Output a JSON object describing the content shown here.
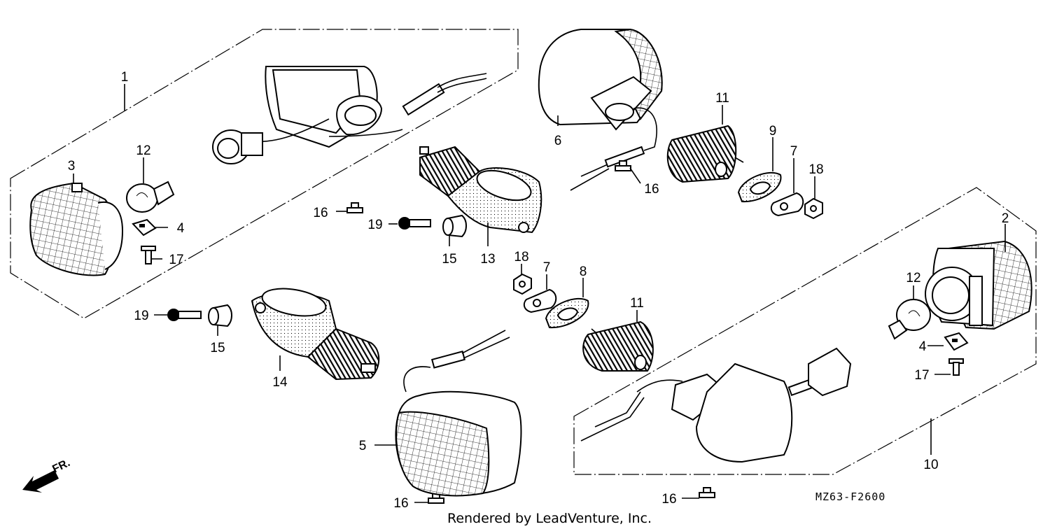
{
  "diagram": {
    "callouts": [
      {
        "id": "c1",
        "label": "1"
      },
      {
        "id": "c2",
        "label": "2"
      },
      {
        "id": "c3",
        "label": "3"
      },
      {
        "id": "c4a",
        "label": "4"
      },
      {
        "id": "c4b",
        "label": "4"
      },
      {
        "id": "c5",
        "label": "5"
      },
      {
        "id": "c6",
        "label": "6"
      },
      {
        "id": "c7a",
        "label": "7"
      },
      {
        "id": "c7b",
        "label": "7"
      },
      {
        "id": "c8",
        "label": "8"
      },
      {
        "id": "c9",
        "label": "9"
      },
      {
        "id": "c10",
        "label": "10"
      },
      {
        "id": "c11a",
        "label": "11"
      },
      {
        "id": "c11b",
        "label": "11"
      },
      {
        "id": "c12a",
        "label": "12"
      },
      {
        "id": "c12b",
        "label": "12"
      },
      {
        "id": "c13",
        "label": "13"
      },
      {
        "id": "c14",
        "label": "14"
      },
      {
        "id": "c15a",
        "label": "15"
      },
      {
        "id": "c15b",
        "label": "15"
      },
      {
        "id": "c16a",
        "label": "16"
      },
      {
        "id": "c16b",
        "label": "16"
      },
      {
        "id": "c16c",
        "label": "16"
      },
      {
        "id": "c16d",
        "label": "16"
      },
      {
        "id": "c17a",
        "label": "17"
      },
      {
        "id": "c17b",
        "label": "17"
      },
      {
        "id": "c18a",
        "label": "18"
      },
      {
        "id": "c18b",
        "label": "18"
      },
      {
        "id": "c19a",
        "label": "19"
      },
      {
        "id": "c19b",
        "label": "19"
      }
    ],
    "front_marker": "FR.",
    "diagram_code": "MZ63-F2600",
    "credit": "Rendered by LeadVenture, Inc."
  }
}
